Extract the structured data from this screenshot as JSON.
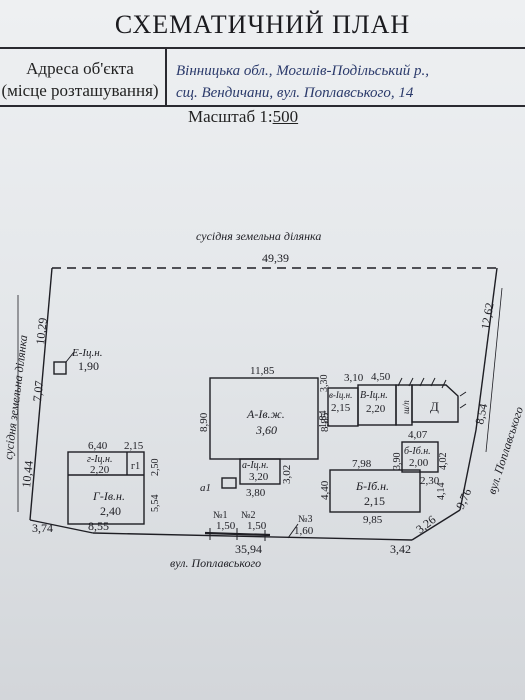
{
  "header": {
    "title": "СХЕМАТИЧНИЙ ПЛАН",
    "address_label_line1": "Адреса об'єкта",
    "address_label_line2": "(місце розташування)",
    "address_value_line1": "Вінницька обл., Могилів-Подільський р.,",
    "address_value_line2": "сщ. Вендичани, вул. Поплавського, 14",
    "scale_prefix": "Масштаб 1:",
    "scale_value": "500"
  },
  "plan": {
    "neighbor_top": "сусідня земельна ділянка",
    "neighbor_left": "сусідня земельна ділянка",
    "street_bottom": "вул. Поплавського",
    "street_right": "вул. Поплавського",
    "boundary_dims": [
      "49,39",
      "10,29",
      "7,07",
      "10,44",
      "3,74",
      "8,55",
      "35,94",
      "12,62",
      "8,54",
      "9,76",
      "3,26",
      "3,42"
    ],
    "buildings": [
      {
        "name": "А-Ів.ж.",
        "area": "3,60"
      },
      {
        "name": "а-Іц.н.",
        "area": "3,20"
      },
      {
        "name": "Б-Іб.н.",
        "area": "2,15"
      },
      {
        "name": "б-Іб.н.",
        "area": "2,00"
      },
      {
        "name": "В-Іц.н.",
        "area": "2,20"
      },
      {
        "name": "в-Іц.н.",
        "area": "2,15"
      },
      {
        "name": "Г-Ів.н.",
        "area": "2,40"
      },
      {
        "name": "г-Іц.н.",
        "area": "2,20"
      },
      {
        "name": "г1",
        "area": ""
      },
      {
        "name": "Д",
        "area": ""
      },
      {
        "name": "Е-Іц.н.",
        "area": "1,90"
      }
    ],
    "building_dims": [
      "11,85",
      "8,90",
      "8,85",
      "3,80",
      "3,02",
      "3,10",
      "3,30",
      "4,50",
      "1,84",
      "4,07",
      "3,90",
      "4,02",
      "4,14",
      "2,30",
      "7,98",
      "4,40",
      "9,85",
      "6,40",
      "2,15",
      "2,50",
      "5,54"
    ],
    "gates": [
      {
        "label": "№1",
        "width": "1,50"
      },
      {
        "label": "№2",
        "width": "1,50"
      },
      {
        "label": "№3",
        "width": "1,60"
      }
    ],
    "misc_labels": [
      "ш/п",
      "а1"
    ]
  }
}
